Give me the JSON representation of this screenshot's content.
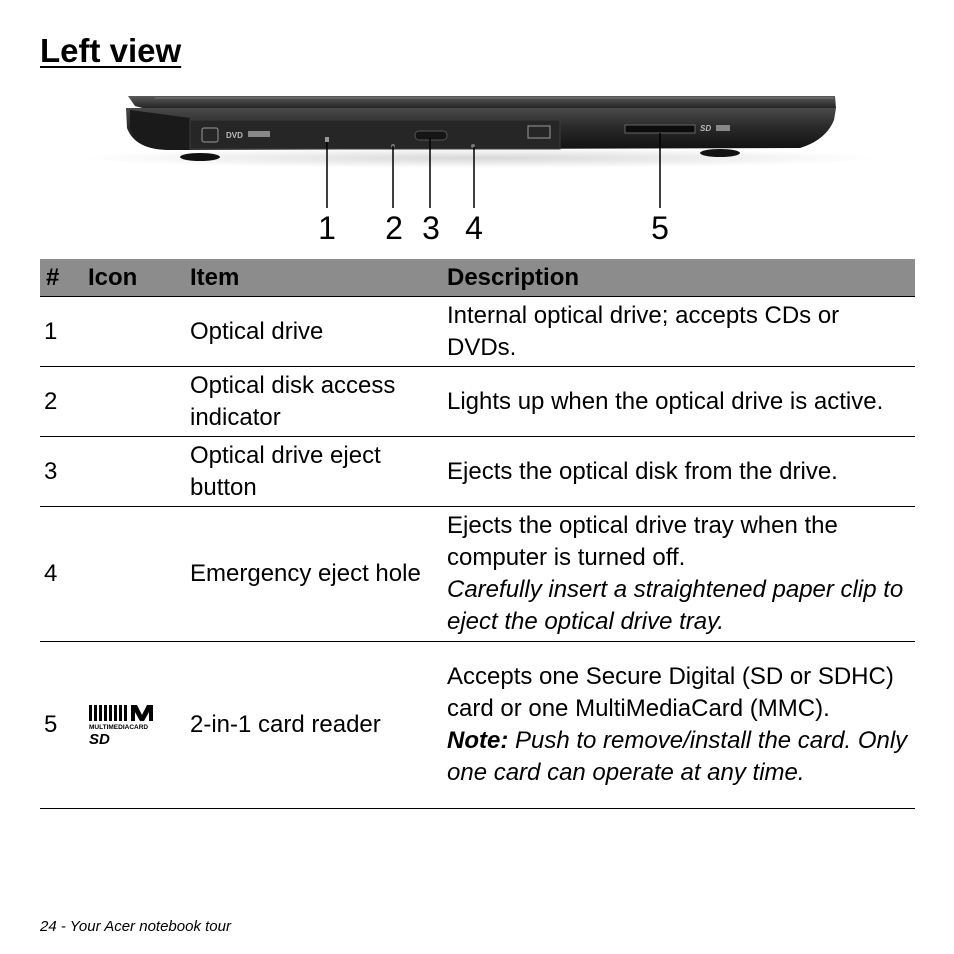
{
  "page": {
    "title": "Left view",
    "footer": "24 - Your Acer notebook tour"
  },
  "figure": {
    "callouts": [
      "1",
      "2",
      "3",
      "4",
      "5"
    ],
    "drive_label": "DVD",
    "sd_label": "SD"
  },
  "table": {
    "headers": [
      "#",
      "Icon",
      "Item",
      "Description"
    ],
    "rows": [
      {
        "num": "1",
        "item": "Optical drive",
        "desc": "Internal optical drive; accepts CDs or DVDs."
      },
      {
        "num": "2",
        "item": "Optical disk access indicator",
        "desc": "Lights up when the optical drive is active."
      },
      {
        "num": "3",
        "item": "Optical drive eject button",
        "desc": "Ejects the optical disk from the drive."
      },
      {
        "num": "4",
        "item": "Emergency eject hole",
        "desc": "Ejects the optical drive tray when the computer is turned off.",
        "note": "Carefully insert a straightened paper clip to eject the optical drive tray."
      },
      {
        "num": "5",
        "icon": "multimediacard-sd-icon",
        "icon_text": "MULTIMEDIACARD",
        "icon_sd": "SD",
        "item": "2-in-1 card reader",
        "desc": "Accepts one Secure Digital (SD or SDHC) card or one MultiMediaCard (MMC).",
        "note_label": "Note:",
        "note": "Push to remove/install the card. Only one card can operate at any time."
      }
    ]
  }
}
